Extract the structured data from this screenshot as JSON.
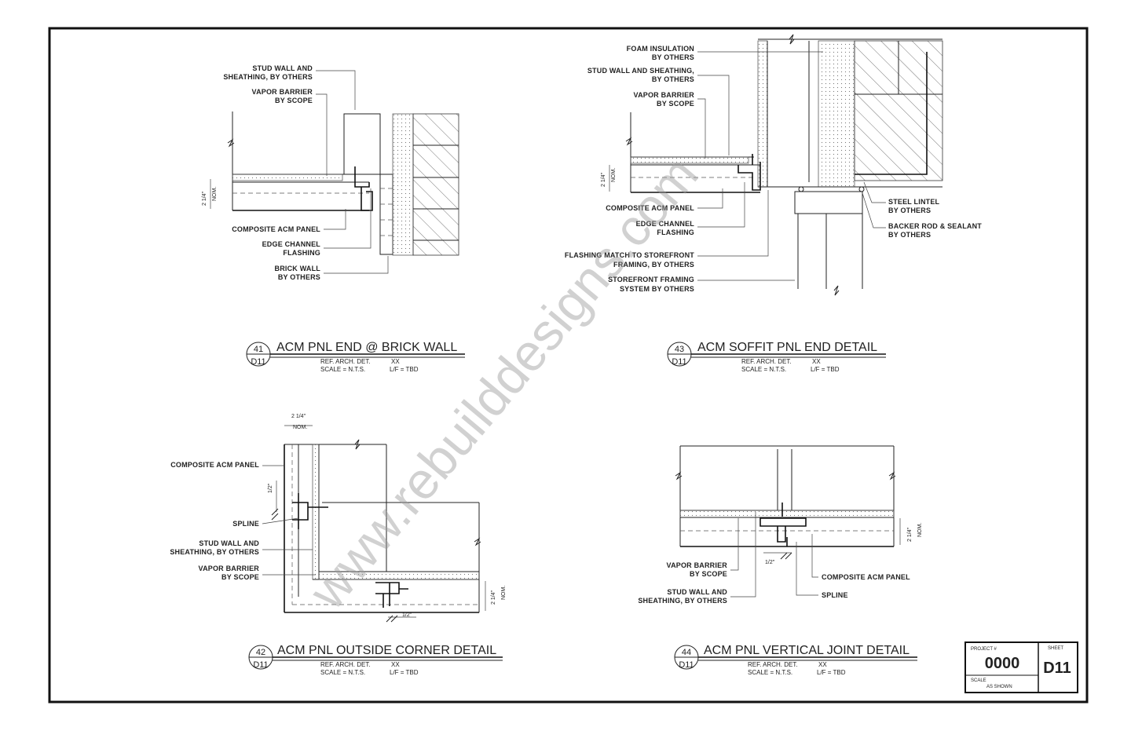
{
  "watermark": "www.rebuilddesigns.com",
  "details": [
    {
      "number": "41",
      "sheet": "D11",
      "title": "ACM PNL END @ BRICK WALL",
      "ref_label": "REF. ARCH. DET.",
      "ref_value": "XX",
      "scale_label": "SCALE = N.T.S.",
      "lf_label": "L/F = TBD",
      "labels": [
        [
          "STUD WALL AND",
          "SHEATHING, BY OTHERS"
        ],
        [
          "VAPOR BARRIER",
          "BY SCOPE"
        ],
        [
          "COMPOSITE ACM PANEL"
        ],
        [
          "EDGE CHANNEL",
          "FLASHING"
        ],
        [
          "BRICK WALL",
          "BY OTHERS"
        ]
      ],
      "dims": [
        "2 1/4\"",
        "NOM."
      ]
    },
    {
      "number": "43",
      "sheet": "D11",
      "title": "ACM SOFFIT PNL END DETAIL",
      "ref_label": "REF. ARCH. DET.",
      "ref_value": "XX",
      "scale_label": "SCALE = N.T.S.",
      "lf_label": "L/F = TBD",
      "labels": [
        [
          "FOAM INSULATION",
          "BY OTHERS"
        ],
        [
          "STUD WALL AND SHEATHING,",
          "BY OTHERS"
        ],
        [
          "VAPOR BARRIER",
          "BY SCOPE"
        ],
        [
          "COMPOSITE ACM PANEL"
        ],
        [
          "EDGE CHANNEL",
          "FLASHING"
        ],
        [
          "FLASHING MATCH TO STOREFRONT",
          "FRAMING, BY OTHERS"
        ],
        [
          "STOREFRONT FRAMING",
          "SYSTEM BY OTHERS"
        ],
        [
          "STEEL LINTEL",
          "BY OTHERS"
        ],
        [
          "BACKER ROD & SEALANT",
          "BY OTHERS"
        ]
      ],
      "dims": [
        "2 1/4\"",
        "NOM."
      ]
    },
    {
      "number": "42",
      "sheet": "D11",
      "title": "ACM PNL OUTSIDE CORNER DETAIL",
      "ref_label": "REF. ARCH. DET.",
      "ref_value": "XX",
      "scale_label": "SCALE = N.T.S.",
      "lf_label": "L/F = TBD",
      "labels": [
        [
          "COMPOSITE ACM PANEL"
        ],
        [
          "SPLINE"
        ],
        [
          "STUD WALL AND",
          "SHEATHING, BY OTHERS"
        ],
        [
          "VAPOR BARRIER",
          "BY SCOPE"
        ]
      ],
      "dims": [
        "2 1/4\"",
        "NOM.",
        "1/2\"",
        "1/2\"",
        "2 1/4\"",
        "NOM."
      ]
    },
    {
      "number": "44",
      "sheet": "D11",
      "title": "ACM PNL VERTICAL JOINT DETAIL",
      "ref_label": "REF. ARCH. DET.",
      "ref_value": "XX",
      "scale_label": "SCALE = N.T.S.",
      "lf_label": "L/F = TBD",
      "labels": [
        [
          "VAPOR BARRIER",
          "BY SCOPE"
        ],
        [
          "STUD WALL AND",
          "SHEATHING, BY OTHERS"
        ],
        [
          "COMPOSITE ACM PANEL"
        ],
        [
          "SPLINE"
        ]
      ],
      "dims": [
        "2 1/4\"",
        "NOM.",
        "1/2\""
      ]
    }
  ],
  "title_block": {
    "project_label": "PROJECT #",
    "project_number": "0000",
    "sheet_label": "SHEET",
    "sheet_number": "D11",
    "scale_label": "SCALE",
    "scale_value": "AS SHOWN"
  }
}
